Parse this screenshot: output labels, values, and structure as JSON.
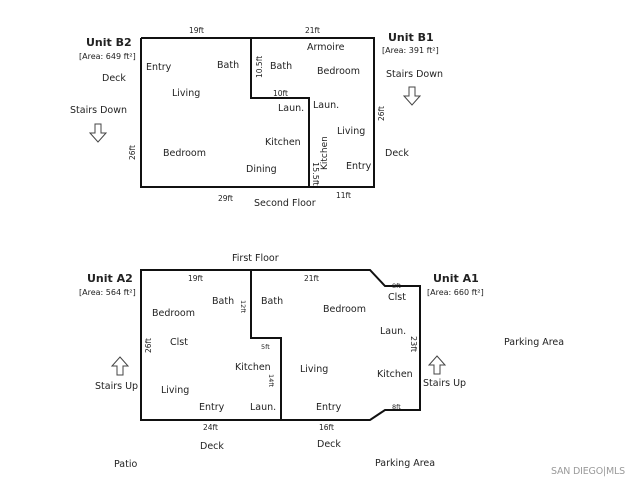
{
  "second_floor": {
    "caption": "Second Floor",
    "unit_b2": {
      "name": "Unit B2",
      "area": "[Area: 649 ft²]"
    },
    "unit_b1": {
      "name": "Unit B1",
      "area": "[Area: 391 ft²]"
    },
    "rooms": {
      "entry_b2": "Entry",
      "living_b2": "Living",
      "bath_b2": "Bath",
      "bedroom_b2": "Bedroom",
      "dining": "Dining",
      "kitchen_b2": "Kitchen",
      "laun_b2": "Laun.",
      "armoire": "Armoire",
      "bath_b1": "Bath",
      "bedroom_b1": "Bedroom",
      "laun_b1": "Laun.",
      "living_b1": "Living",
      "kitchen_b1": "Kitchen",
      "entry_b1": "Entry"
    },
    "outside": {
      "deck_left": "Deck",
      "stairs_down_left": "Stairs Down",
      "stairs_down_right": "Stairs Down",
      "deck_right": "Deck"
    },
    "dims": {
      "top_left": "19ft",
      "top_right": "21ft",
      "bottom_left": "29ft",
      "bottom_right": "11ft",
      "left": "26ft",
      "right": "26ft",
      "bath_wall": "10.5ft",
      "bath_bottom": "10ft",
      "kitchen_wall": "15.5ft"
    }
  },
  "first_floor": {
    "caption": "First Floor",
    "unit_a2": {
      "name": "Unit A2",
      "area": "[Area: 564 ft²]"
    },
    "unit_a1": {
      "name": "Unit A1",
      "area": "[Area: 660 ft²]"
    },
    "rooms": {
      "bedroom_a2": "Bedroom",
      "bath_a2": "Bath",
      "clst_a2": "Clst",
      "kitchen_a2": "Kitchen",
      "living_a2": "Living",
      "entry_a2": "Entry",
      "laun_a2": "Laun.",
      "bath_a1": "Bath",
      "bedroom_a1": "Bedroom",
      "clst_a1": "Clst",
      "laun_a1": "Laun.",
      "living_a1": "Living",
      "kitchen_a1": "Kitchen",
      "entry_a1": "Entry"
    },
    "outside": {
      "stairs_up_left": "Stairs Up",
      "stairs_up_right": "Stairs Up",
      "parking_area_right": "Parking Area",
      "deck_left": "Deck",
      "deck_right": "Deck",
      "patio": "Patio",
      "parking_area_bottom": "Parking Area"
    },
    "dims": {
      "top_left": "19ft",
      "top_right": "21ft",
      "top_small": "8ft",
      "bottom_small": "8ft",
      "bottom_left": "24ft",
      "bottom_right": "16ft",
      "left": "26ft",
      "right": "23ft",
      "bath_wall": "12ft",
      "bath_bottom": "5ft",
      "kitchen_wall": "14ft"
    }
  },
  "watermark": "SAN DIEGO|MLS",
  "colors": {
    "wall": "#111111",
    "text": "#222222",
    "watermark": "#9a9a9a",
    "background": "#ffffff"
  }
}
